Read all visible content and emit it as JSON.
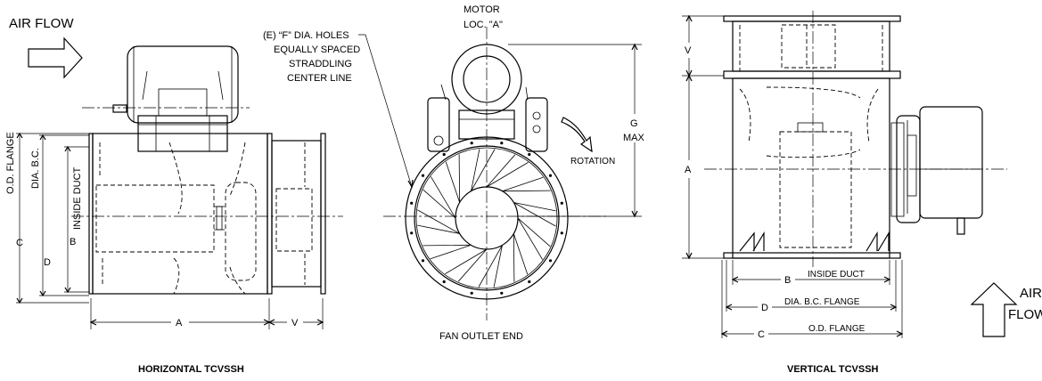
{
  "horizontal": {
    "air_flow_label": "AIR FLOW",
    "dim_od_flange": "O.D. FLANGE",
    "dim_c": "C",
    "dim_dia_bc": "DIA. B.C.",
    "dim_d": "D",
    "dim_inside_duct": "INSIDE DUCT",
    "dim_b": "B",
    "dim_a": "A",
    "dim_v": "V",
    "caption": "HORIZONTAL TCVSSH"
  },
  "end_view": {
    "holes_note_line1": "(E) “F” DIA. HOLES",
    "holes_note_line2": "EQUALLY SPACED",
    "holes_note_line3": "STRADDLING",
    "holes_note_line4": "CENTER LINE",
    "motor_line1": "MOTOR",
    "motor_line2": "LOC. \"A\"",
    "dim_g": "G",
    "dim_max": "MAX",
    "rotation": "ROTATION",
    "caption": "FAN OUTLET END"
  },
  "vertical": {
    "dim_v": "V",
    "dim_a": "A",
    "dim_b": "B",
    "inside_duct": "INSIDE DUCT",
    "dim_d": "D",
    "dia_bc_flange": "DIA. B.C. FLANGE",
    "dim_c": "C",
    "od_flange": "O.D. FLANGE",
    "air_label": "AIR",
    "flow_label": "FLOW",
    "caption": "VERTICAL TCVSSH"
  }
}
